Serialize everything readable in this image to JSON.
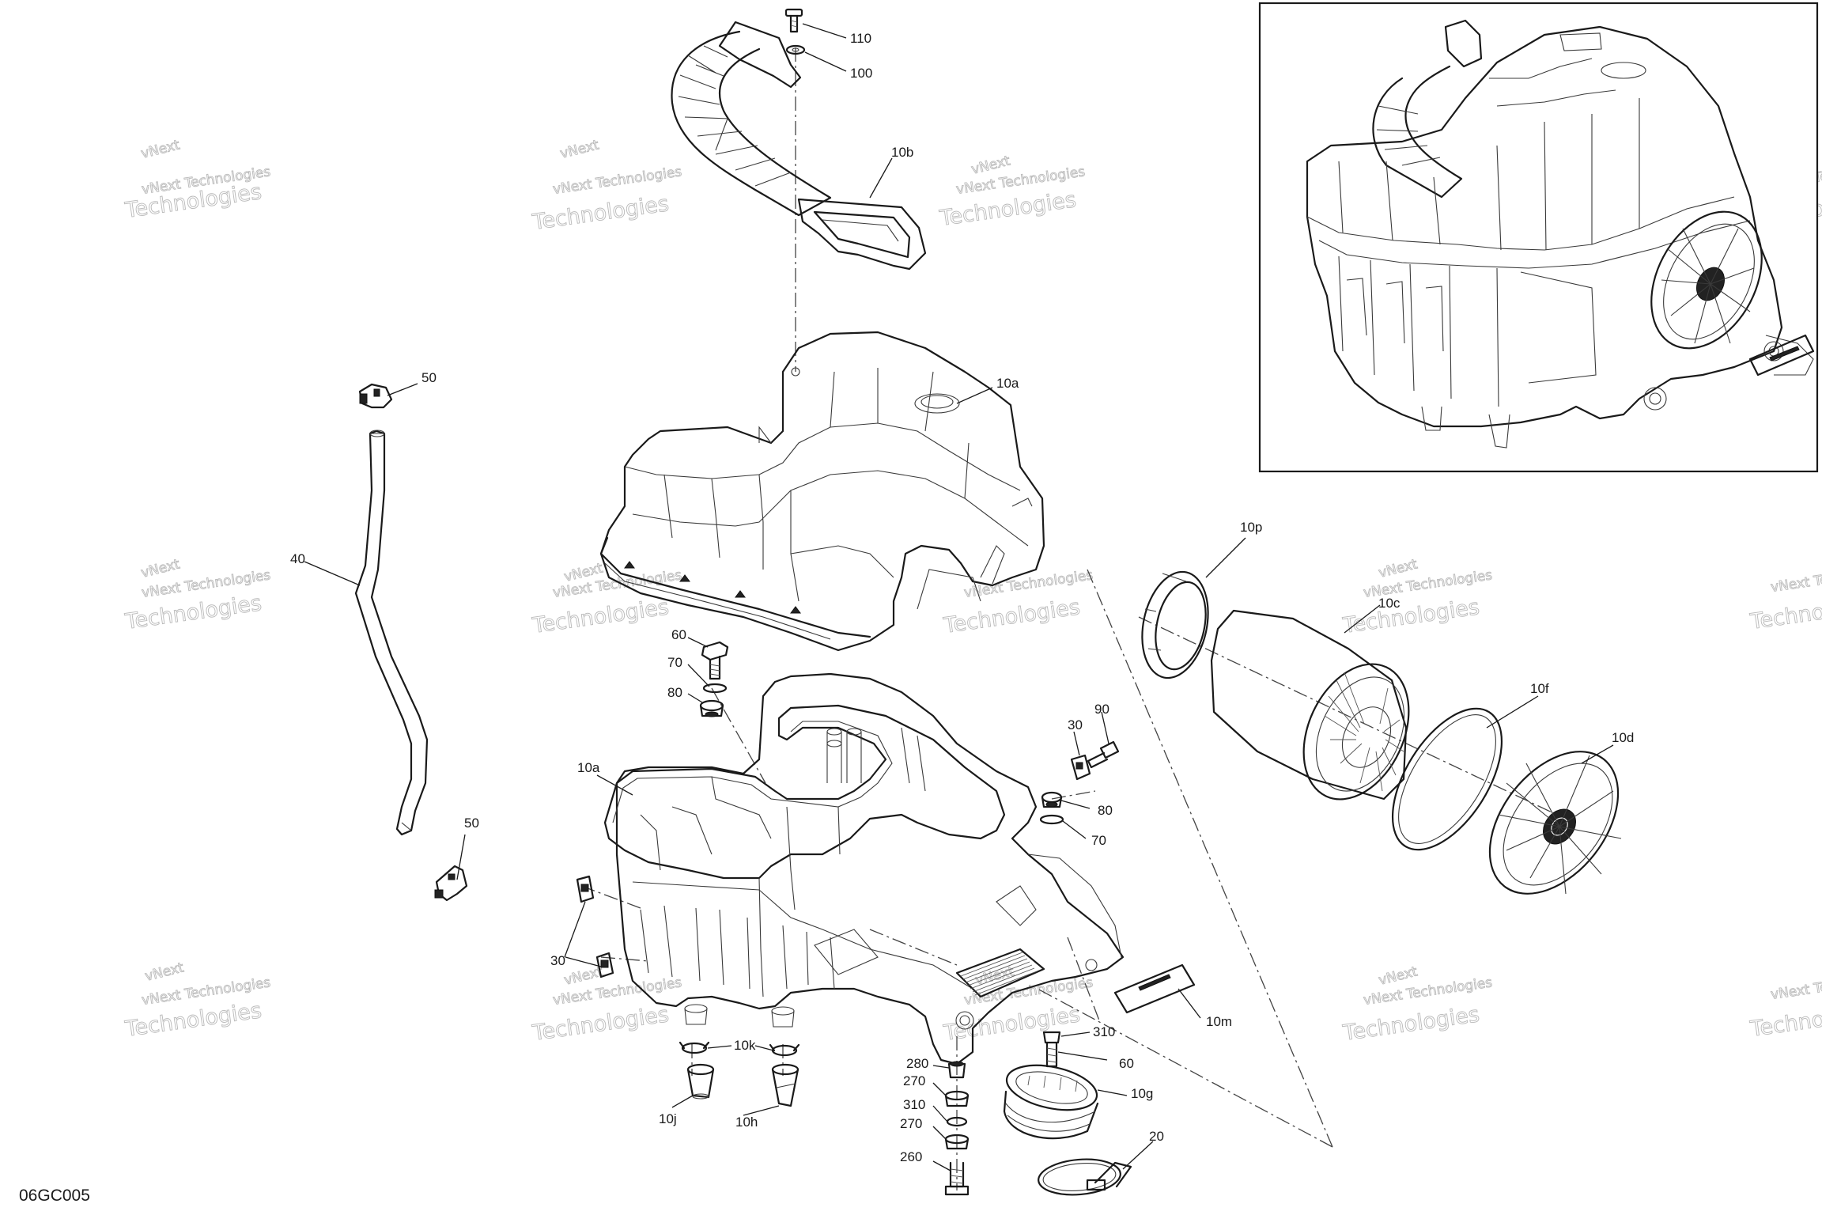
{
  "drawing_code": "06GC005",
  "watermark": {
    "line1": "vNext Technologies",
    "line2": "Technologies",
    "ghost": "vNext"
  },
  "callouts": {
    "c110": "110",
    "c100": "100",
    "c10b": "10b",
    "c10a_top": "10a",
    "c50_top": "50",
    "c40": "40",
    "c50_bottom": "50",
    "c60_left": "60",
    "c70_left": "70",
    "c80_left": "80",
    "c10a_bottom": "10a",
    "c90": "90",
    "c30_right": "30",
    "c80_right": "80",
    "c70_right": "70",
    "c30_left": "30",
    "c10k": "10k",
    "c10j": "10j",
    "c10h": "10h",
    "c280": "280",
    "c270_a": "270",
    "c310_a": "310",
    "c270_b": "270",
    "c260": "260",
    "c310_b": "310",
    "c60_right": "60",
    "c10g": "10g",
    "c20": "20",
    "c10m": "10m",
    "c10p": "10p",
    "c10c": "10c",
    "c10f": "10f",
    "c10d": "10d"
  }
}
